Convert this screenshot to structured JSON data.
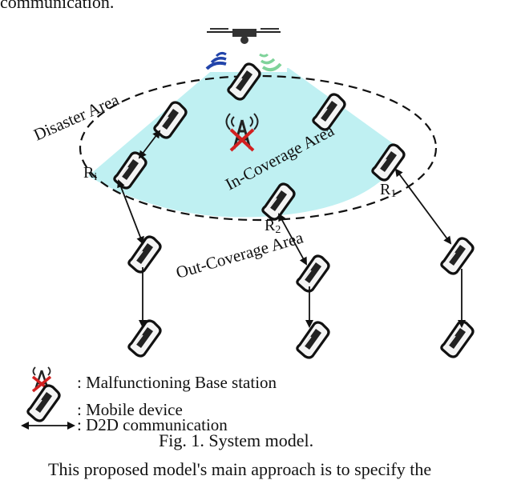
{
  "page": {
    "top_text": "communication.",
    "bottom_text": "This proposed model's main approach is to specify the"
  },
  "diagram": {
    "labels": {
      "disaster_area": "Disaster Area",
      "in_coverage_area": "In-Coverage Area",
      "out_coverage_area": "Out-Coverage Area",
      "relay_i": "R",
      "relay_i_sub": "i",
      "relay_1": "R",
      "relay_1_sub": "1",
      "relay_2": "R",
      "relay_2_sub": "2"
    },
    "colors": {
      "coverage_fill": "#bff0f2",
      "dashed_ellipse": "#111111",
      "arrow": "#111111",
      "cross": "#d22020",
      "signal_blue": "#2244aa",
      "signal_green": "#7fd39a"
    },
    "icons": [
      "drone-icon",
      "cell-tower-icon",
      "mobile-device-icon",
      "d2d-arrow-icon"
    ]
  },
  "legend": {
    "items": [
      {
        "icon": "malfunctioning-base-station-icon",
        "label": ": Malfunctioning Base station"
      },
      {
        "icon": "mobile-device-icon",
        "label": ": Mobile device"
      },
      {
        "icon": "d2d-arrow-icon",
        "label": ": D2D communication"
      }
    ]
  },
  "caption": "Fig. 1.  System model."
}
